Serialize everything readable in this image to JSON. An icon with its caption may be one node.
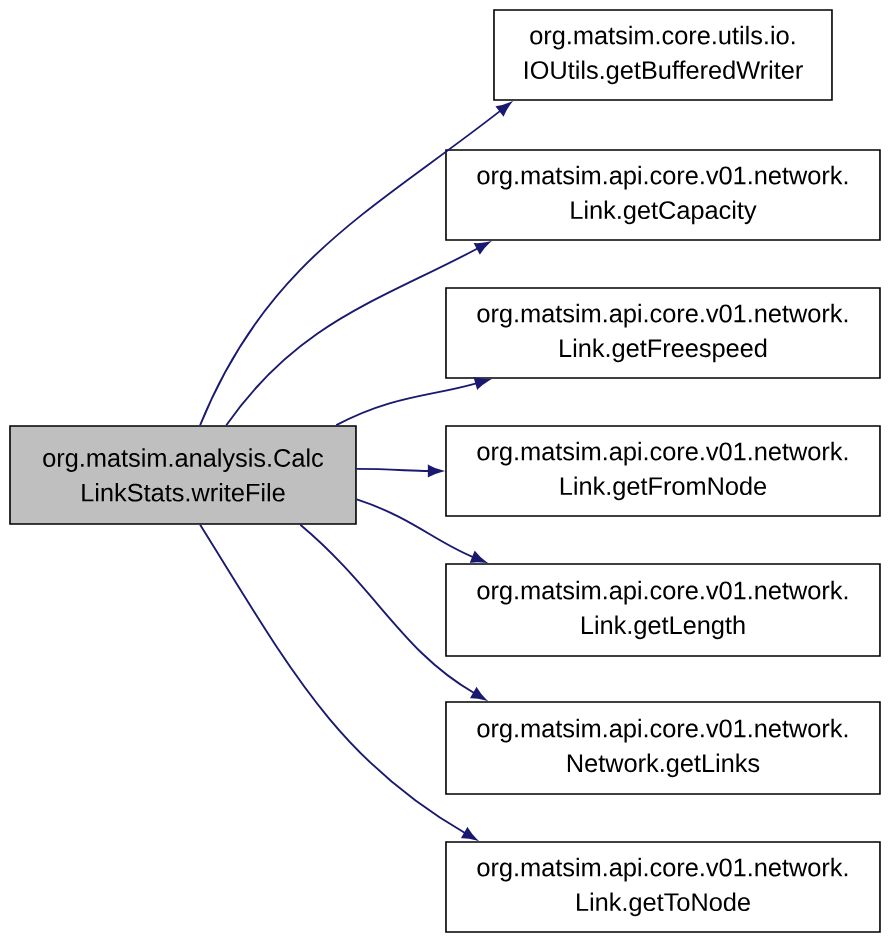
{
  "diagram": {
    "nodes": [
      {
        "text": [
          "org.matsim.analysis.Calc LinkStats.writeFile"
        ]
      },
      {
        "text": [
          "org.matsim.core.utils.io. IOUtils.getBufferedWriter"
        ]
      },
      {
        "text": [
          "org.matsim.api.core.v01.network. Link.getCapacity"
        ]
      },
      {
        "text": [
          "org.matsim.api.core.v01.network. Link.getFreespeed"
        ]
      },
      {
        "text": [
          "org.matsim.api.core.v01.network. Link.getFromNode"
        ]
      },
      {
        "text": [
          "org.matsim.api.core.v01.network. Link.getLength"
        ]
      },
      {
        "text": [
          "org.matsim.api.core.v01.network. Network.getLinks"
        ]
      },
      {
        "text": [
          "org.matsim.api.core.v01.network. Link.getToNode"
        ]
      }
    ],
    "edges": [
      {
        "from": 0,
        "to": 1,
        "arrow": "to"
      },
      {
        "from": 0,
        "to": 2,
        "arrow": "to"
      },
      {
        "from": 0,
        "to": 3,
        "arrow": "to"
      },
      {
        "from": 0,
        "to": 4,
        "arrow": "to"
      },
      {
        "from": 0,
        "to": 5,
        "arrow": "to"
      },
      {
        "from": 0,
        "to": 6,
        "arrow": "to"
      },
      {
        "from": 0,
        "to": 7,
        "arrow": "to"
      }
    ]
  }
}
